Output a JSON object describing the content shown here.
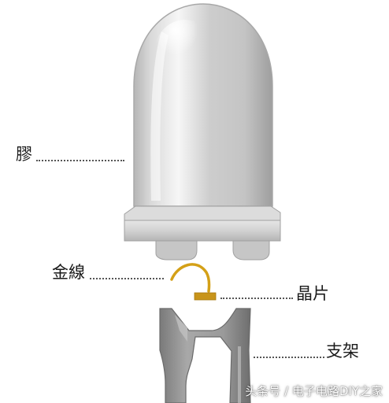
{
  "labels": {
    "epoxy": "膠",
    "gold_wire": "金線",
    "chip": "晶片",
    "frame": "支架"
  },
  "watermark": "头条号 / 电子电路DIY之家",
  "colors": {
    "lens_light": "#f4f4f4",
    "lens_mid": "#cfcfcf",
    "lens_dark": "#9a9a9a",
    "gold_wire": "#d4a017",
    "chip": "#c8941a",
    "frame": "#8c8c8c",
    "leader": "#555555"
  }
}
